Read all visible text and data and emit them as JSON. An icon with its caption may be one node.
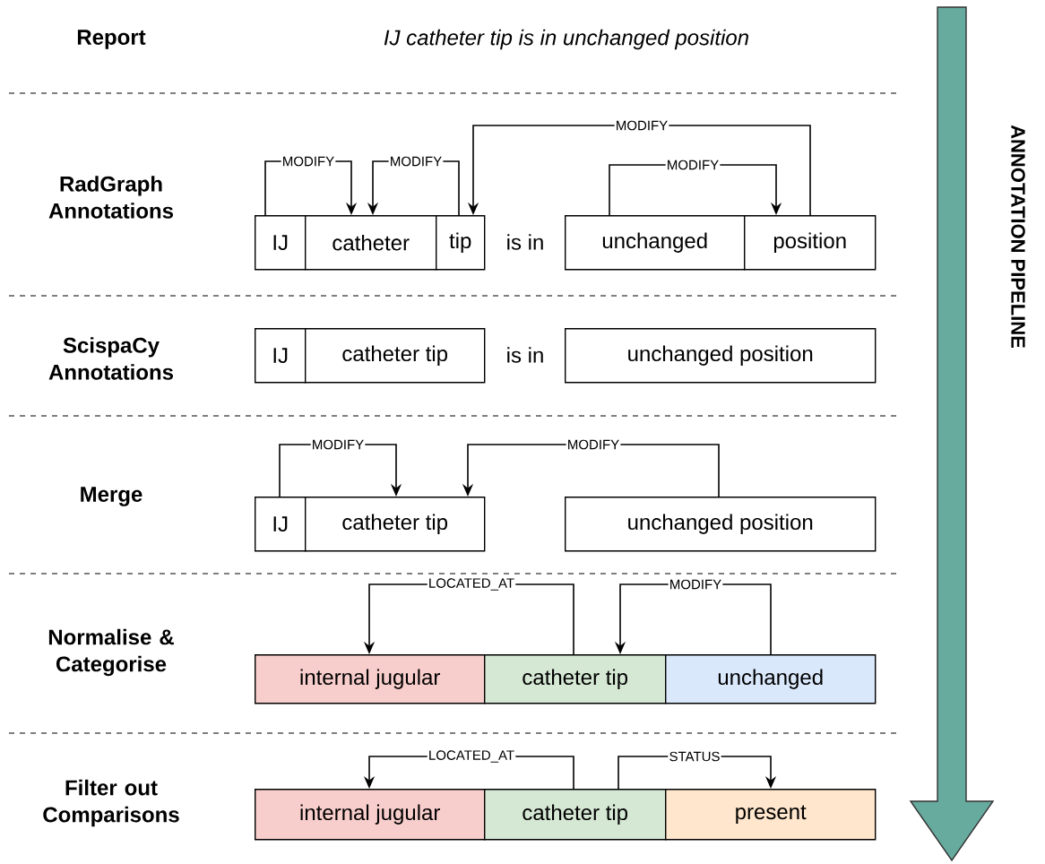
{
  "diagram": {
    "nodes": [
      {
        "text": [
          "IJ"
        ]
      },
      {
        "text": [
          "catheter"
        ]
      },
      {
        "text": [
          "tip"
        ]
      },
      {
        "text": [
          "unchanged"
        ]
      },
      {
        "text": [
          "position"
        ]
      },
      {
        "text": [
          "IJ"
        ]
      },
      {
        "text": [
          "catheter tip"
        ]
      },
      {
        "text": [
          "unchanged position"
        ]
      },
      {
        "text": [
          "IJ"
        ]
      },
      {
        "text": [
          "catheter tip"
        ]
      },
      {
        "text": [
          "unchanged position"
        ]
      },
      {
        "text": [
          "internal jugular"
        ]
      },
      {
        "text": [
          "catheter tip"
        ]
      },
      {
        "text": [
          "unchanged"
        ]
      },
      {
        "text": [
          "internal jugular"
        ]
      },
      {
        "text": [
          "catheter tip"
        ]
      },
      {
        "text": [
          "present"
        ]
      }
    ],
    "edges": [
      {
        "from": 0,
        "to": 1,
        "arrow": "to",
        "label": "MODIFY"
      },
      {
        "from": 2,
        "to": 1,
        "arrow": "to",
        "label": "MODIFY"
      },
      {
        "from": 4,
        "to": 2,
        "arrow": "to",
        "label": "MODIFY"
      },
      {
        "from": 3,
        "to": 4,
        "arrow": "to",
        "label": "MODIFY"
      },
      {
        "from": 8,
        "to": 9,
        "arrow": "to",
        "label": "MODIFY"
      },
      {
        "from": 10,
        "to": 9,
        "arrow": "to",
        "label": "MODIFY"
      },
      {
        "from": 12,
        "to": 11,
        "arrow": "to",
        "label": "LOCATED_AT"
      },
      {
        "from": 13,
        "to": 12,
        "arrow": "to",
        "label": "MODIFY"
      },
      {
        "from": 15,
        "to": 14,
        "arrow": "to",
        "label": "LOCATED_AT"
      },
      {
        "from": 15,
        "to": 16,
        "arrow": "to",
        "label": "STATUS"
      }
    ],
    "labels": [
      "Report",
      "IJ catheter tip is in unchanged position",
      "RadGraph Annotations",
      "is in",
      "ScispaCy Annotations",
      "is in",
      "Merge",
      "Normalise & Categorise",
      "Filter out Comparisons",
      "ANNOTATION PIPELINE"
    ]
  }
}
